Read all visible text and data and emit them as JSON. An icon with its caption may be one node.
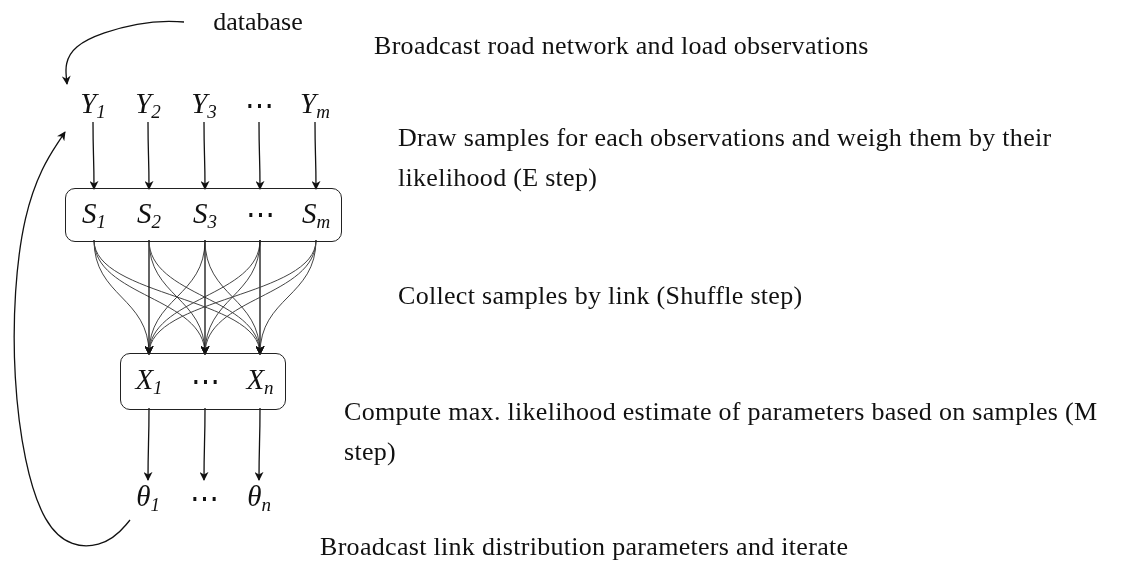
{
  "diagram": {
    "nodes": [
      {
        "text": [
          "database"
        ]
      },
      {
        "text": [
          "*Y*$_{1}$"
        ]
      },
      {
        "text": [
          "*Y*$_{2}$"
        ]
      },
      {
        "text": [
          "*Y*$_{3}$"
        ]
      },
      {
        "text": [
          "⋯"
        ]
      },
      {
        "text": [
          "*Y*$_{m}$"
        ]
      },
      {
        "text": [],
        "shape": "box"
      },
      {
        "text": [
          "*S*$_{1}$"
        ],
        "in": 6
      },
      {
        "text": [
          "*S*$_{2}$"
        ],
        "in": 6
      },
      {
        "text": [
          "*S*$_{3}$"
        ],
        "in": 6
      },
      {
        "text": [
          "⋯"
        ],
        "in": 6
      },
      {
        "text": [
          "*S*$_{m}$"
        ],
        "in": 6
      },
      {
        "text": [],
        "shape": "box"
      },
      {
        "text": [
          "*X*$_{1}$"
        ],
        "in": 12
      },
      {
        "text": [
          "⋯"
        ],
        "in": 12
      },
      {
        "text": [
          "*X*$_{n}$"
        ],
        "in": 12
      },
      {
        "text": [
          "*θ*$_{1}$"
        ]
      },
      {
        "text": [
          "⋯"
        ]
      },
      {
        "text": [
          "*θ*$_{n}$"
        ]
      }
    ],
    "edges": [
      {
        "from": 0,
        "to": 1,
        "arrow": "to"
      },
      {
        "from": 1,
        "to": 7,
        "arrow": "to"
      },
      {
        "from": 2,
        "to": 8,
        "arrow": "to"
      },
      {
        "from": 3,
        "to": 9,
        "arrow": "to"
      },
      {
        "from": 4,
        "to": 10,
        "arrow": "to"
      },
      {
        "from": 5,
        "to": 11,
        "arrow": "to"
      },
      {
        "from": 7,
        "to": 13,
        "arrow": "to"
      },
      {
        "from": 7,
        "to": 14,
        "arrow": "to"
      },
      {
        "from": 7,
        "to": 15,
        "arrow": "to"
      },
      {
        "from": 8,
        "to": 13,
        "arrow": "to"
      },
      {
        "from": 8,
        "to": 14,
        "arrow": "to"
      },
      {
        "from": 8,
        "to": 15,
        "arrow": "to"
      },
      {
        "from": 9,
        "to": 13,
        "arrow": "to"
      },
      {
        "from": 9,
        "to": 14,
        "arrow": "to"
      },
      {
        "from": 9,
        "to": 15,
        "arrow": "to"
      },
      {
        "from": 10,
        "to": 13,
        "arrow": "to"
      },
      {
        "from": 10,
        "to": 14,
        "arrow": "to"
      },
      {
        "from": 10,
        "to": 15,
        "arrow": "to"
      },
      {
        "from": 11,
        "to": 13,
        "arrow": "to"
      },
      {
        "from": 11,
        "to": 14,
        "arrow": "to"
      },
      {
        "from": 11,
        "to": 15,
        "arrow": "to"
      },
      {
        "from": 13,
        "to": 16,
        "arrow": "to"
      },
      {
        "from": 14,
        "to": 17,
        "arrow": "to"
      },
      {
        "from": 15,
        "to": 18,
        "arrow": "to"
      },
      {
        "from": 16,
        "to": 1,
        "arrow": "to"
      }
    ],
    "labels": [
      "Broadcast road network and load observations",
      "Draw samples for each observations and weigh them by their likelihood (E step)",
      "Collect samples by link (Shuffle step)",
      "Compute max. likelihood estimate of parameters based on samples (M step)",
      "Broadcast link distribution parameters and iterate"
    ]
  }
}
